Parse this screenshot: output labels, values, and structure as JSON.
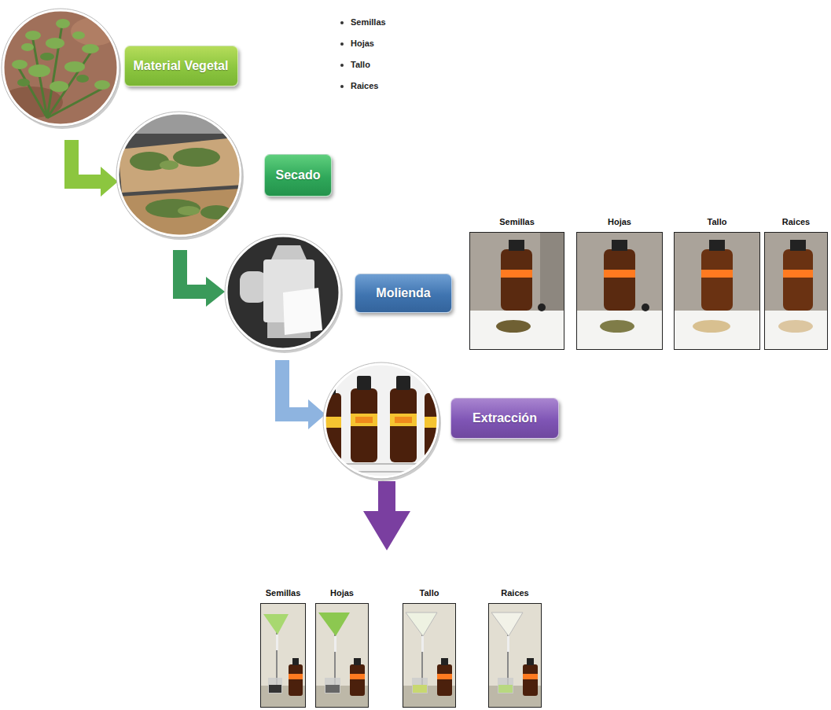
{
  "diagram": {
    "nodes": [
      {
        "text": [
          "Material Vegetal"
        ]
      },
      {
        "text": [
          "Secado"
        ]
      },
      {
        "text": [
          "Molienda"
        ]
      },
      {
        "text": [
          "Semillas"
        ]
      },
      {
        "text": [
          "Hojas"
        ]
      },
      {
        "text": [
          "Tallo"
        ]
      },
      {
        "text": [
          "Raices"
        ]
      },
      {
        "text": [
          "Extracción"
        ]
      },
      {
        "text": [
          "Semillas"
        ]
      },
      {
        "text": [
          "Hojas"
        ]
      },
      {
        "text": [
          "Tallo"
        ]
      },
      {
        "text": [
          "Raices"
        ]
      }
    ],
    "labels": [
      "Semillas",
      "Hojas",
      "Tallo",
      "Raices"
    ]
  }
}
